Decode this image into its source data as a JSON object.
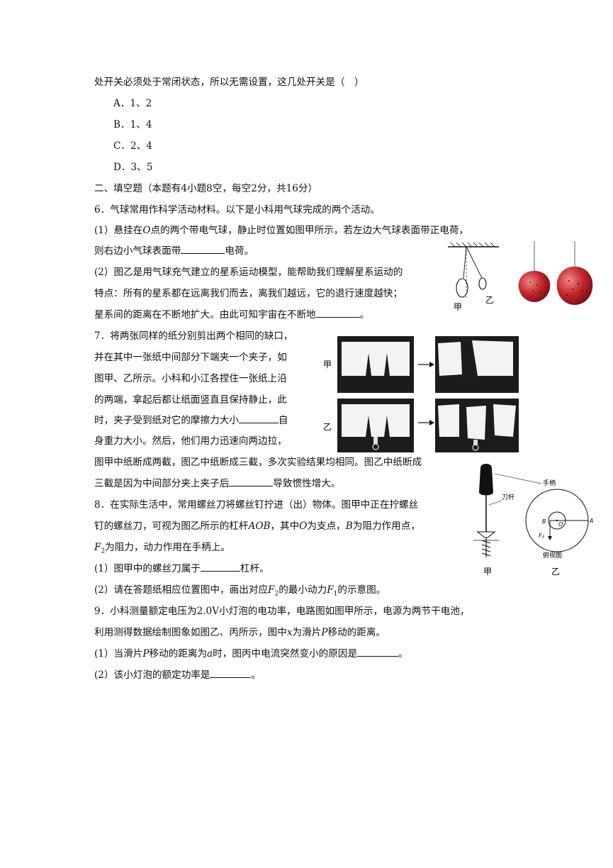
{
  "q5": {
    "tail": "处开关必须处于常闭状态，所以无需设置，这几处开关是（　）",
    "options": [
      "A．1、2",
      "B．1、4",
      "C．2、4",
      "D．3、5"
    ]
  },
  "section2": {
    "title": "二、填空题（本题有4小题8空，每空2分，共16分）"
  },
  "q6": {
    "stem": "6．气球常用作科学活动材料。以下是小科用气球完成的两个活动。",
    "p1a": "(1）悬挂在",
    "p1O": "O",
    "p1b": "点的两个带电气球，静止时位置如图甲所示，若左边大气球表面带正电荷，",
    "p1c_pre": "则右边小气球表面带",
    "p1c_post": "电荷。",
    "p2a": "(2）图乙是用气球充气建立的星系运动模型，能帮助我们理解星系运动的",
    "p2b": "特点：所有的星系都在远离我们而去，离我们越远，它的退行速度越快；",
    "p2c_pre": "星系间的距离在不断地扩大。由此可知宇宙在不断地",
    "p2c_post": "。",
    "fig_labels": {
      "jia": "甲",
      "yi": "乙"
    }
  },
  "q7": {
    "l1": "7．将两张同样的纸分别剪出两个相同的缺口，",
    "l2": "并在其中一张纸中间部分下端夹一个夹子，如",
    "l3": "图甲、乙所示。小科和小江各捏住一张纸上沿",
    "l4": "的两端，拿起后都让纸面竖直且保持静止，此",
    "l5_pre": "时，夹子受到纸对它的摩擦力大小",
    "l5_post": "自",
    "l6": "身重力大小。然后，他们用力迅速向两边拉，",
    "l7": "图甲中纸断成两截，图乙中纸断成三截，多次实验结果均相同。图乙中纸断成",
    "l8_pre": "三截是因为中间部分夹上夹子后",
    "l8_post": "导致惯性增大。",
    "fig_labels": {
      "jia": "甲",
      "yi": "乙"
    }
  },
  "q8": {
    "l1": "8．在实际生活中，常用螺丝刀将螺丝钉拧进（出）物体。图甲中正在拧螺丝",
    "l2a": "钉的螺丝刀，可视为图乙所示的杠杆",
    "l2AOB": "AOB",
    "l2b": "，其中",
    "l2O": "O",
    "l2c": "为支点，",
    "l2B": "B",
    "l2d": "为阻力作用点，",
    "l3F": "F",
    "l3sub": "2",
    "l3rest": "为阻力，动力作用在手柄上。",
    "p1_pre": "(1）图甲中的螺丝刀属于",
    "p1_post": "杠杆。",
    "p2a": "(2）请在答题纸相应位置图中，画出对应",
    "p2F2": "F",
    "p2F2sub": "2",
    "p2b": "的最小动力",
    "p2F1": "F",
    "p2F1sub": "1",
    "p2c": "的示意图。",
    "fig_labels": {
      "handle": "手柄",
      "blade": "刀杆",
      "top_view": "俯视图",
      "A": "A",
      "B": "B",
      "O": "O",
      "F2": "F₂",
      "jia": "甲",
      "yi": "乙"
    }
  },
  "q9": {
    "l1": "9．小科测量额定电压为2.0V小灯泡的电功率，电路图如图甲所示，电源为两节干电池，",
    "l2a": "利用测得数据绘制图象如图乙、丙所示，图中",
    "l2x": "x",
    "l2b": "为滑片",
    "l2P": "P",
    "l2c": "移动的距离。",
    "p1a": "(1）当滑片",
    "p1P": "P",
    "p1b": "移动的距离为",
    "p1a_var": "a",
    "p1c": "时，图丙中电流突然变小的原因是",
    "p1d": "。",
    "p2_pre": "(2）该小灯泡的额定功率是",
    "p2_post": "。"
  }
}
